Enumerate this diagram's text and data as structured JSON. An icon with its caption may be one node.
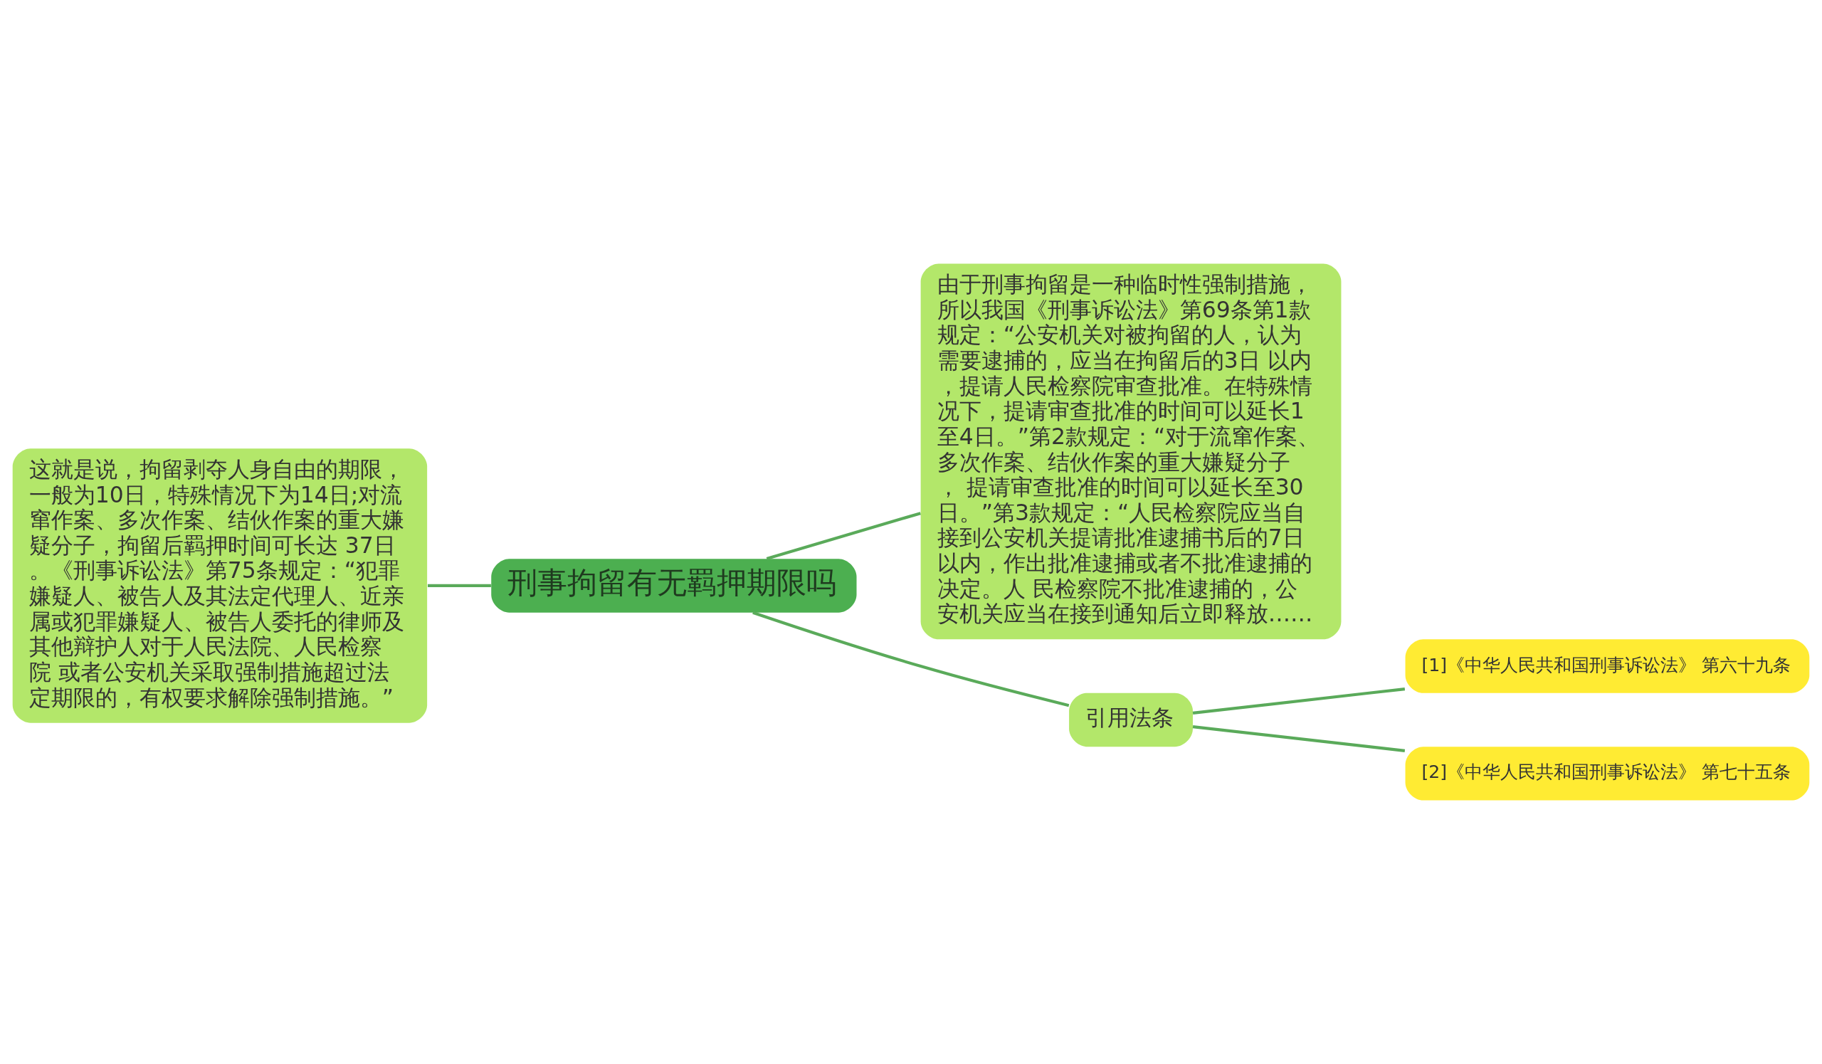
{
  "diagram": {
    "nodes": [
      {
        "text": [
          "刑事拘留有无羁押期限吗"
        ]
      },
      {
        "text": [
          "这就是说，拘留剥夺人身自由的期限，一般为10日，特殊情况下为14日;对流窜作案、多次作案、结伙作案的重大嫌疑分子，拘留后羁押时间可长达 37日。《刑事诉讼法》第75条规定：“犯罪嫌疑人、被告人及其法定代理人、近亲属或犯罪嫌疑人、被告人委托的律师及其他辩护人对于人民法院、人民检察院 或者公安机关采取强制措施超过法定期限的，有权要求解除强制措施。”"
        ]
      },
      {
        "text": [
          "由于刑事拘留是一种临时性强制措施，所以我国《刑事诉讼法》第69条第1款规定：“公安机关对被拘留的人，认为需要逮捕的，应当在拘留后的3日 以内，提请人民检察院审查批准。在特殊情况下，提请审查批准的时间可以延长1至4日。”第2款规定：“对于流窜作案、多次作案、结伙作案的重大嫌疑分子， 提请审查批准的时间可以延长至30日。”第3款规定：“人民检察院应当自接到公安机关提请批准逮捕书后的7日以内，作出批准逮捕或者不批准逮捕的决定。人 民检察院不批准逮捕的，公安机关应当在接到通知后立即释放……"
        ]
      },
      {
        "text": [
          "引用法条"
        ]
      },
      {
        "text": [
          "[1]《中华人民共和国刑事诉讼法》 第六十九条"
        ]
      },
      {
        "text": [
          "[2]《中华人民共和国刑事诉讼法》 第七十五条"
        ]
      }
    ],
    "edges": [
      {
        "from": 0,
        "to": 1,
        "arrow": "none"
      },
      {
        "from": 0,
        "to": 2,
        "arrow": "none"
      },
      {
        "from": 0,
        "to": 3,
        "arrow": "none"
      },
      {
        "from": 3,
        "to": 4,
        "arrow": "none"
      },
      {
        "from": 3,
        "to": 5,
        "arrow": "none"
      }
    ]
  }
}
